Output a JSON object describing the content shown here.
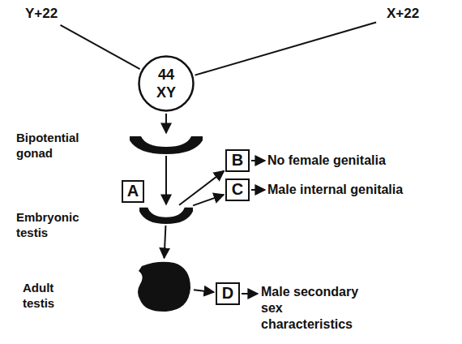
{
  "diagram": {
    "nodes": [
      {
        "text": [
          "Y+22"
        ]
      },
      {
        "text": [
          "X+22"
        ]
      },
      {
        "text": [
          "44 XY"
        ]
      },
      {
        "text": [
          "Bipotential gonad"
        ]
      },
      {
        "text": [
          "A"
        ]
      },
      {
        "text": [
          "Embryonic testis"
        ]
      },
      {
        "text": [
          "B"
        ]
      },
      {
        "text": [
          "C"
        ]
      },
      {
        "text": [
          "Adult testis"
        ]
      },
      {
        "text": [
          "D"
        ]
      }
    ],
    "edges": [
      {
        "from": 0,
        "to": 2,
        "arrow": "none"
      },
      {
        "from": 1,
        "to": 2,
        "arrow": "none"
      },
      {
        "from": 2,
        "to": 3,
        "arrow": "to"
      },
      {
        "from": 3,
        "to": 5,
        "arrow": "to"
      },
      {
        "from": 5,
        "to": 6,
        "arrow": "to"
      },
      {
        "from": 5,
        "to": 7,
        "arrow": "to"
      },
      {
        "from": 5,
        "to": 8,
        "arrow": "to"
      },
      {
        "from": 8,
        "to": 9,
        "arrow": "to"
      }
    ],
    "labels": [
      "No female genitalia",
      "Male internal genitalia",
      "Male secondary sex characteristics"
    ]
  }
}
